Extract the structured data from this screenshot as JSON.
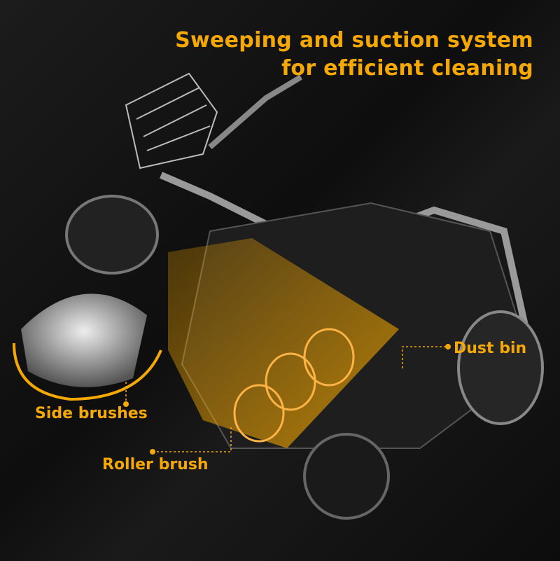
{
  "title": {
    "line1": "Sweeping and suction system",
    "line2": "for efficient cleaning"
  },
  "callouts": {
    "dust_bin": "Dust bin",
    "side_brushes": "Side brushes",
    "roller_brush": "Roller brush"
  },
  "colors": {
    "accent": "#f5a800",
    "background": "#111111"
  }
}
